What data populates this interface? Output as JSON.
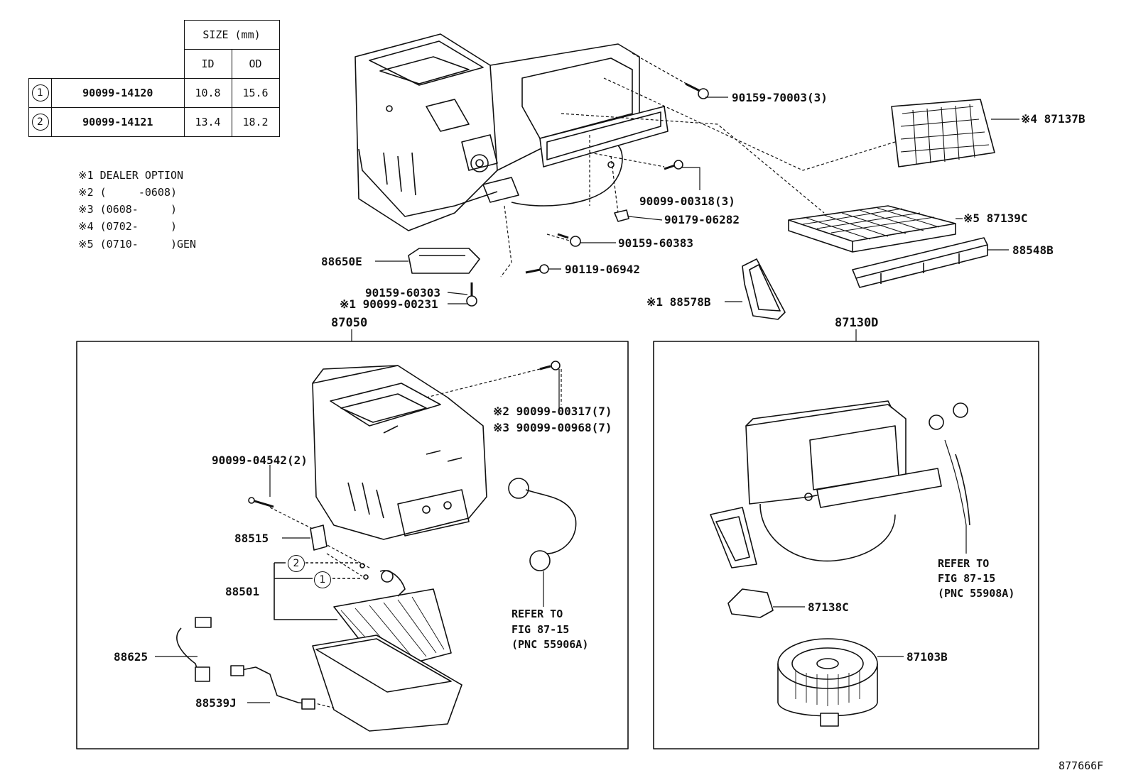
{
  "size_table": {
    "header": "SIZE (mm)",
    "col_id": "ID",
    "col_od": "OD",
    "rows": [
      {
        "mark": "1",
        "part": "90099-14120",
        "id": "10.8",
        "od": "15.6"
      },
      {
        "mark": "2",
        "part": "90099-14121",
        "id": "13.4",
        "od": "18.2"
      }
    ]
  },
  "notes": [
    "※1 DEALER OPTION",
    "※2 (     -0608)",
    "※3 (0608-     )",
    "※4 (0702-     )",
    "※5 (0710-     )GEN"
  ],
  "labels": {
    "p90159_70003": "90159-70003(3)",
    "p87137b": "※4 87137B",
    "p90099_00318": "90099-00318(3)",
    "p90179_06282": "90179-06282",
    "p87139c": "※5 87139C",
    "p90159_60383": "90159-60383",
    "p88548b": "88548B",
    "p88650e": "88650E",
    "p90119_06942": "90119-06942",
    "p90159_60303": "90159-60303",
    "p90099_00231": "※1 90099-00231",
    "p88578b": "※1 88578B",
    "g87050": "87050",
    "g87130d": "87130D",
    "p90099_00317": "※2 90099-00317(7)",
    "p90099_00968": "※3 90099-00968(7)",
    "p90099_04542": "90099-04542(2)",
    "p88515": "88515",
    "p88501": "88501",
    "p88625": "88625",
    "p88539j": "88539J",
    "p87138c": "87138C",
    "p87103b": "87103B",
    "circle1": "1",
    "circle2": "2",
    "fig_code": "877666F"
  },
  "refer_left": [
    "REFER TO",
    "FIG 87-15",
    "(PNC 55906A)"
  ],
  "refer_right": [
    "REFER TO",
    "FIG 87-15",
    "(PNC 55908A)"
  ]
}
